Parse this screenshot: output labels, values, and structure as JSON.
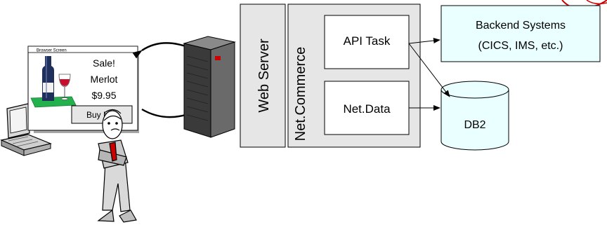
{
  "browser": {
    "title": "Browser Screen",
    "line1": "Sale!",
    "line2": "Merlot",
    "price": "$9.95",
    "button_label": "Buy Me!"
  },
  "web_server": {
    "label": "Web Server"
  },
  "net_commerce": {
    "label": "Net.Commerce",
    "api_task": "API Task",
    "net_data": "Net.Data"
  },
  "backend": {
    "line1": "Backend Systems",
    "line2": "(CICS, IMS, etc.)"
  },
  "db2": {
    "label": "DB2"
  },
  "colors": {
    "panel_gray": "#e6e6e6",
    "backend_fill": "#eaffff",
    "db2_fill": "#eaffff",
    "server_dark": "#505050",
    "accent_red": "#cc0000",
    "table_green": "#22b14c"
  }
}
